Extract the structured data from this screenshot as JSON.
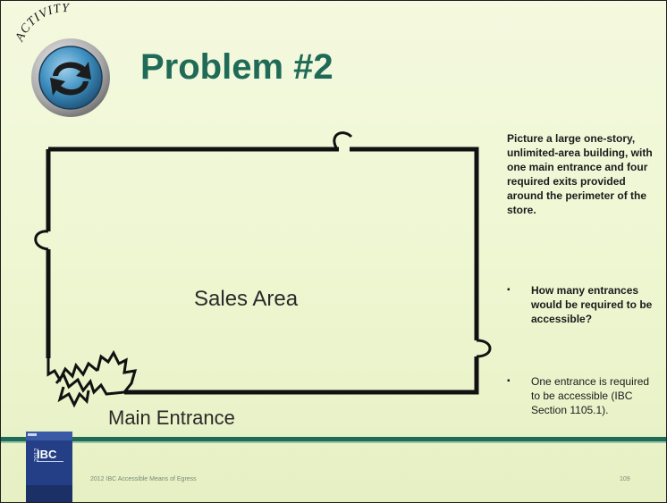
{
  "slide": {
    "badge_label": "ACTIVITY",
    "title": "Problem #2",
    "floorplan": {
      "area_label": "Sales Area",
      "entrance_label": "Main Entrance"
    },
    "intro_text": "Picture a large one-story, unlimited-area building, with one main entrance and four required exits provided around the perimeter of the store.",
    "bullets": [
      {
        "marker": "▪",
        "text": "How many entrances  would be required to be accessible?"
      },
      {
        "marker": "▪",
        "text": "One entrance is required to be accessible (IBC Section 1105.1)."
      }
    ],
    "footer": {
      "book_year": "2012",
      "book_label": "IBC",
      "text": "2012 IBC Accessible Means of Egress",
      "page_number": "109"
    },
    "colors": {
      "title": "#1f6b57",
      "background": "#eef6d1",
      "footer_band": "#1f6b57",
      "badge_blue": "#2f86b5"
    }
  }
}
